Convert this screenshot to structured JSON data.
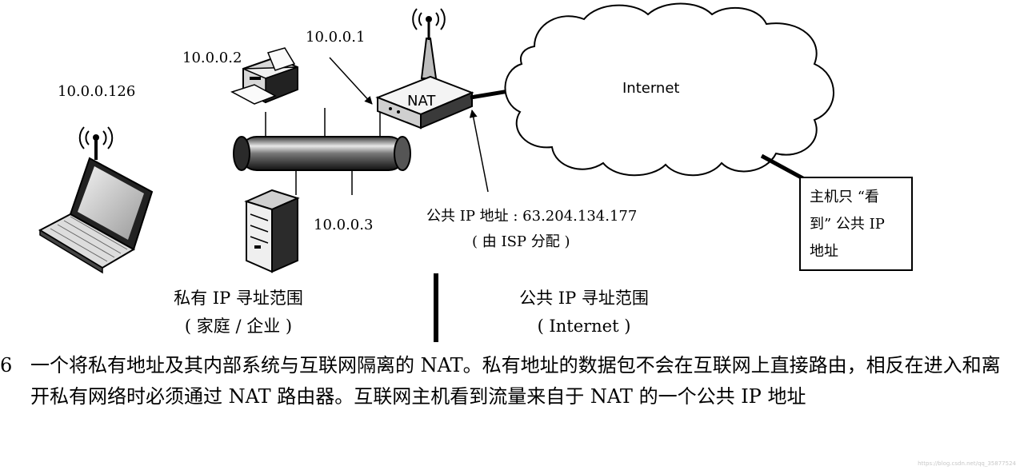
{
  "diagram": {
    "laptop_ip": "10.0.0.126",
    "printer_ip": "10.0.0.2",
    "router_ip": "10.0.0.1",
    "server_ip": "10.0.0.3",
    "router_label": "NAT",
    "cloud_label": "Internet",
    "public_ip_label": "公共 IP 地址 : 63.204.134.177",
    "public_ip_note": "( 由 ISP 分配 )",
    "host_note_lines": [
      "主机只 “看",
      "到” 公共 IP",
      "地址"
    ],
    "private_range_title": "私有 IP 寻址范围",
    "private_range_sub": "( 家庭 / 企业 )",
    "public_range_title": "公共 IP 寻址范围",
    "public_range_sub": "( Internet )"
  },
  "caption": {
    "figure_fragment": "6",
    "text": "一个将私有地址及其内部系统与互联网隔离的 NAT。私有地址的数据包不会在互联网上直接路由，相反在进入和离开私有网络时必须通过 NAT 路由器。互联网主机看到流量来自于 NAT 的一个公共 IP 地址"
  },
  "watermark": "https://blog.csdn.net/qq_35877524"
}
